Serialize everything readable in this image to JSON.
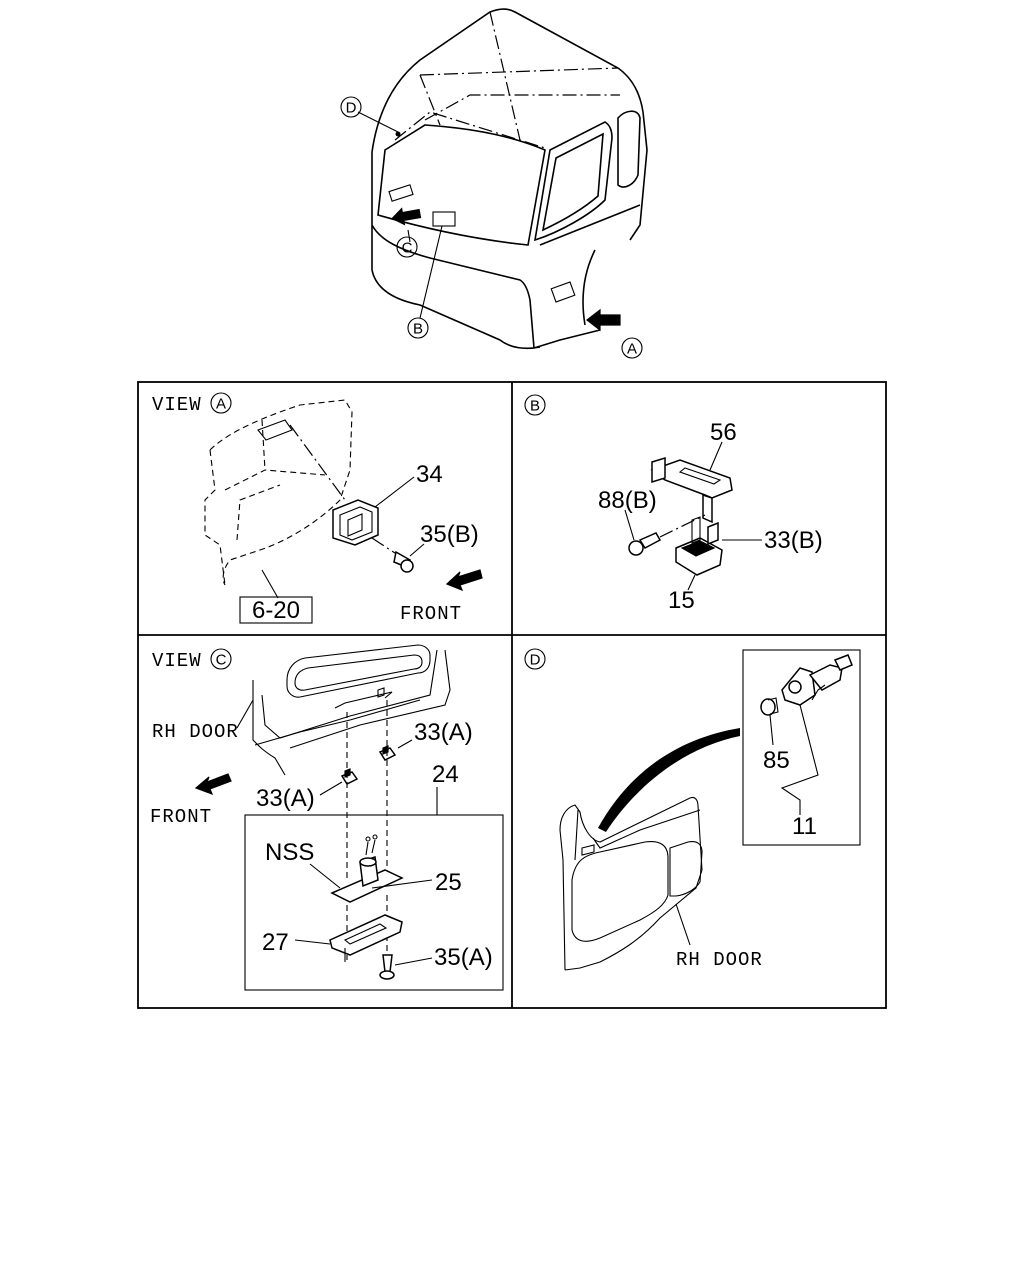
{
  "overview": {
    "callouts": {
      "a": "A",
      "b": "B",
      "c": "C",
      "d": "D"
    }
  },
  "panel_a": {
    "view_prefix": "VIEW",
    "view_letter": "A",
    "parts": {
      "p34": "34",
      "p35b": "35(B)"
    },
    "ref_box": "6-20",
    "front_label": "FRONT"
  },
  "panel_b": {
    "letter": "B",
    "parts": {
      "p56": "56",
      "p88b": "88(B)",
      "p33b": "33(B)",
      "p15": "15"
    }
  },
  "panel_c": {
    "view_prefix": "VIEW",
    "view_letter": "C",
    "rh_door": "RH DOOR",
    "front_label": "FRONT",
    "parts": {
      "p33a_top": "33(A)",
      "p33a_left": "33(A)",
      "p24": "24",
      "nss": "NSS",
      "p25": "25",
      "p27": "27",
      "p35a": "35(A)"
    }
  },
  "panel_d": {
    "letter": "D",
    "parts": {
      "p85": "85",
      "p11": "11"
    },
    "rh_door": "RH DOOR"
  }
}
